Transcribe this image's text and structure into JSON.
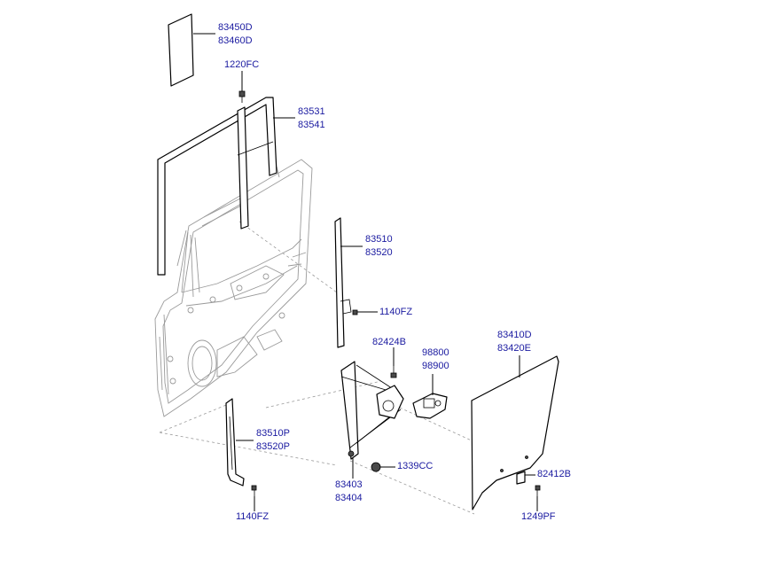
{
  "callouts": {
    "glass_fixed": [
      "83450D",
      "83460D"
    ],
    "screw_top": [
      "1220FC"
    ],
    "channel_run": [
      "83531",
      "83541"
    ],
    "channel_front": [
      "83510",
      "83520"
    ],
    "screw_mid": [
      "1140FZ"
    ],
    "bolt_regulator": [
      "82424B"
    ],
    "motor": [
      "98800",
      "98900"
    ],
    "glass_door": [
      "83410D",
      "83420E"
    ],
    "channel_rear": [
      "83510P",
      "83520P"
    ],
    "regulator": [
      "83403",
      "83404"
    ],
    "grommet": [
      "1339CC"
    ],
    "clip_glass": [
      "82412B"
    ],
    "screw_bottom": [
      "1140FZ"
    ],
    "screw_glass": [
      "1249PF"
    ]
  },
  "colors": {
    "label": "#1a1aa0",
    "line": "#000000",
    "ghost": "#9a9a9a"
  }
}
